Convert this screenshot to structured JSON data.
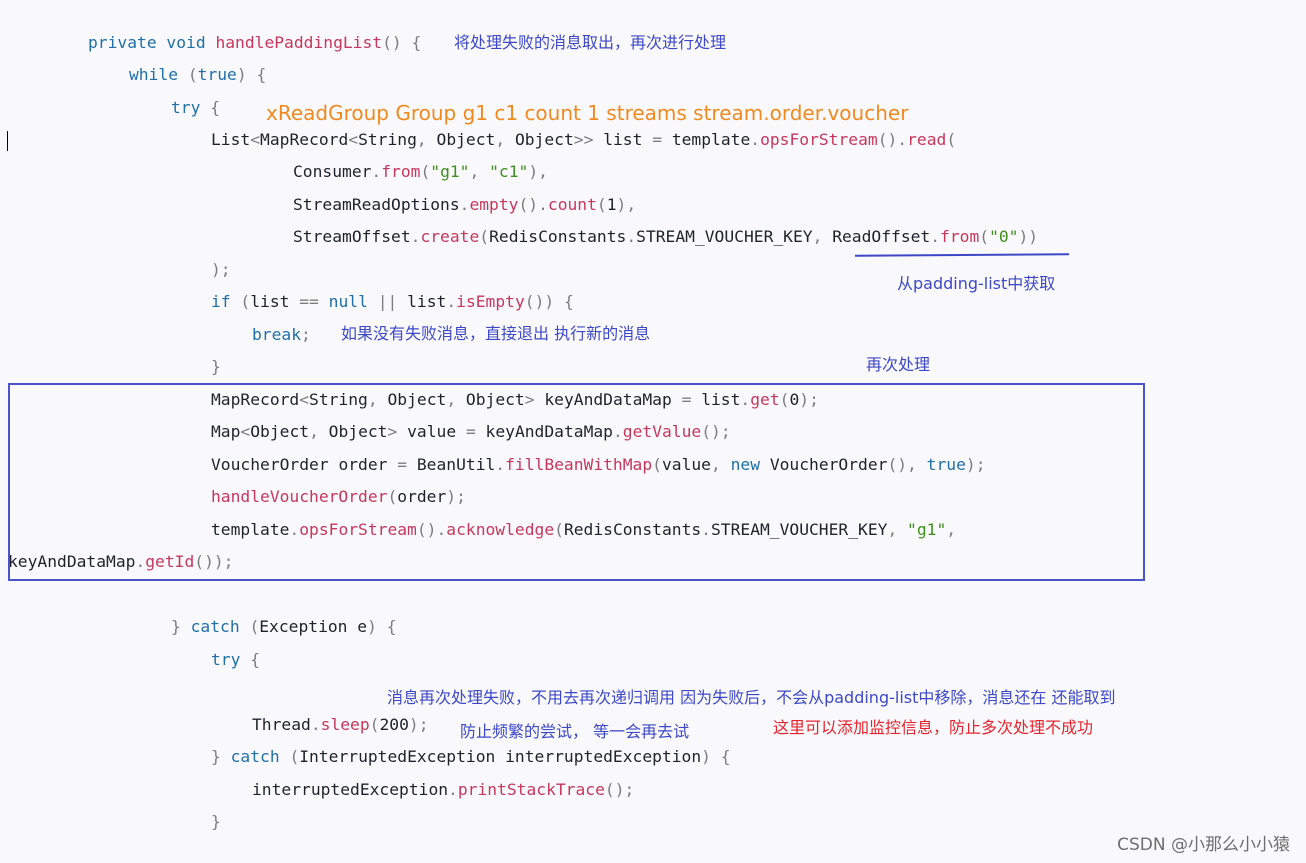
{
  "code_lines": [
    [
      [
        "kw",
        "private "
      ],
      [
        "kw",
        "void "
      ],
      [
        "fn",
        "handlePaddingList"
      ],
      [
        "op",
        "() { "
      ]
    ],
    [
      [
        "kw",
        "while "
      ],
      [
        "op",
        "("
      ],
      [
        "kw",
        "true"
      ],
      [
        "op",
        ") {"
      ]
    ],
    [
      [
        "kw",
        "try "
      ],
      [
        "op",
        "{"
      ]
    ],
    [
      [
        "pl",
        "List"
      ],
      [
        "op",
        "<"
      ],
      [
        "pl",
        "MapRecord"
      ],
      [
        "op",
        "<"
      ],
      [
        "pl",
        "String"
      ],
      [
        "op",
        ", "
      ],
      [
        "pl",
        "Object"
      ],
      [
        "op",
        ", "
      ],
      [
        "pl",
        "Object"
      ],
      [
        "op",
        ">> "
      ],
      [
        "pl",
        "list "
      ],
      [
        "op",
        "= "
      ],
      [
        "pl",
        "template"
      ],
      [
        "op",
        "."
      ],
      [
        "fn",
        "opsForStream"
      ],
      [
        "op",
        "()."
      ],
      [
        "fn",
        "read"
      ],
      [
        "op",
        "("
      ]
    ],
    [
      [
        "pl",
        "Consumer"
      ],
      [
        "op",
        "."
      ],
      [
        "fn",
        "from"
      ],
      [
        "op",
        "("
      ],
      [
        "str",
        "\"g1\""
      ],
      [
        "op",
        ", "
      ],
      [
        "str",
        "\"c1\""
      ],
      [
        "op",
        "),"
      ]
    ],
    [
      [
        "pl",
        "StreamReadOptions"
      ],
      [
        "op",
        "."
      ],
      [
        "fn",
        "empty"
      ],
      [
        "op",
        "()."
      ],
      [
        "fn",
        "count"
      ],
      [
        "op",
        "("
      ],
      [
        "num",
        "1"
      ],
      [
        "op",
        "),"
      ]
    ],
    [
      [
        "pl",
        "StreamOffset"
      ],
      [
        "op",
        "."
      ],
      [
        "fn",
        "create"
      ],
      [
        "op",
        "("
      ],
      [
        "pl",
        "RedisConstants"
      ],
      [
        "op",
        "."
      ],
      [
        "pl",
        "STREAM_VOUCHER_KEY"
      ],
      [
        "op",
        ", "
      ],
      [
        "pl",
        "ReadOffset"
      ],
      [
        "op",
        "."
      ],
      [
        "fn",
        "from"
      ],
      [
        "op",
        "("
      ],
      [
        "str",
        "\"0\""
      ],
      [
        "op",
        "))"
      ]
    ],
    [
      [
        "op",
        ");"
      ]
    ],
    [
      [
        "kw",
        "if "
      ],
      [
        "op",
        "("
      ],
      [
        "pl",
        "list "
      ],
      [
        "op",
        "== "
      ],
      [
        "kw",
        "null "
      ],
      [
        "op",
        "|| "
      ],
      [
        "pl",
        "list"
      ],
      [
        "op",
        "."
      ],
      [
        "fn",
        "isEmpty"
      ],
      [
        "op",
        "()) {"
      ]
    ],
    [
      [
        "kw",
        "break"
      ],
      [
        "op",
        ";"
      ]
    ],
    [
      [
        "op",
        "}"
      ]
    ],
    [
      [
        "pl",
        "MapRecord"
      ],
      [
        "op",
        "<"
      ],
      [
        "pl",
        "String"
      ],
      [
        "op",
        ", "
      ],
      [
        "pl",
        "Object"
      ],
      [
        "op",
        ", "
      ],
      [
        "pl",
        "Object"
      ],
      [
        "op",
        "> "
      ],
      [
        "pl",
        "keyAndDataMap "
      ],
      [
        "op",
        "= "
      ],
      [
        "pl",
        "list"
      ],
      [
        "op",
        "."
      ],
      [
        "fn",
        "get"
      ],
      [
        "op",
        "("
      ],
      [
        "num",
        "0"
      ],
      [
        "op",
        ");"
      ]
    ],
    [
      [
        "pl",
        "Map"
      ],
      [
        "op",
        "<"
      ],
      [
        "pl",
        "Object"
      ],
      [
        "op",
        ", "
      ],
      [
        "pl",
        "Object"
      ],
      [
        "op",
        "> "
      ],
      [
        "pl",
        "value "
      ],
      [
        "op",
        "= "
      ],
      [
        "pl",
        "keyAndDataMap"
      ],
      [
        "op",
        "."
      ],
      [
        "fn",
        "getValue"
      ],
      [
        "op",
        "();"
      ]
    ],
    [
      [
        "pl",
        "VoucherOrder "
      ],
      [
        "pl",
        "order "
      ],
      [
        "op",
        "= "
      ],
      [
        "pl",
        "BeanUtil"
      ],
      [
        "op",
        "."
      ],
      [
        "fn",
        "fillBeanWithMap"
      ],
      [
        "op",
        "("
      ],
      [
        "pl",
        "value"
      ],
      [
        "op",
        ", "
      ],
      [
        "kw",
        "new "
      ],
      [
        "pl",
        "VoucherOrder"
      ],
      [
        "op",
        "(), "
      ],
      [
        "kw",
        "true"
      ],
      [
        "op",
        ");"
      ]
    ],
    [
      [
        "fn",
        "handleVoucherOrder"
      ],
      [
        "op",
        "("
      ],
      [
        "pl",
        "order"
      ],
      [
        "op",
        ");"
      ]
    ],
    [
      [
        "pl",
        "template"
      ],
      [
        "op",
        "."
      ],
      [
        "fn",
        "opsForStream"
      ],
      [
        "op",
        "()."
      ],
      [
        "fn",
        "acknowledge"
      ],
      [
        "op",
        "("
      ],
      [
        "pl",
        "RedisConstants"
      ],
      [
        "op",
        "."
      ],
      [
        "pl",
        "STREAM_VOUCHER_KEY"
      ],
      [
        "op",
        ", "
      ],
      [
        "str",
        "\"g1\""
      ],
      [
        "op",
        ","
      ]
    ],
    [
      [
        "pl",
        "keyAndDataMap"
      ],
      [
        "op",
        "."
      ],
      [
        "fn",
        "getId"
      ],
      [
        "op",
        "());"
      ]
    ],
    [],
    [
      [
        "op",
        "} "
      ],
      [
        "kw",
        "catch "
      ],
      [
        "op",
        "("
      ],
      [
        "pl",
        "Exception "
      ],
      [
        "pl",
        "e"
      ],
      [
        "op",
        ") {"
      ]
    ],
    [
      [
        "kw",
        "try "
      ],
      [
        "op",
        "{"
      ]
    ],
    [],
    [
      [
        "pl",
        "Thread"
      ],
      [
        "op",
        "."
      ],
      [
        "fn",
        "sleep"
      ],
      [
        "op",
        "("
      ],
      [
        "num",
        "200"
      ],
      [
        "op",
        ");"
      ]
    ],
    [
      [
        "op",
        "} "
      ],
      [
        "kw",
        "catch "
      ],
      [
        "op",
        "("
      ],
      [
        "pl",
        "InterruptedException "
      ],
      [
        "pl",
        "interruptedException"
      ],
      [
        "op",
        ") {"
      ]
    ],
    [
      [
        "pl",
        "interruptedException"
      ],
      [
        "op",
        "."
      ],
      [
        "fn",
        "printStackTrace"
      ],
      [
        "op",
        "();"
      ]
    ],
    [
      [
        "op",
        "}"
      ]
    ]
  ],
  "annotations": {
    "method_note": "将处理失败的消息取出，再次进行处理",
    "xread_note": "xReadGroup Group g1 c1 count 1  streams stream.order.voucher",
    "padding_note": "从padding-list中获取",
    "break_note": "如果没有失败消息，直接退出 执行新的消息",
    "reprocess_note": "再次处理",
    "failure_note": "消息再次处理失败，不用去再次递归调用 因为失败后，不会从padding-list中移除，消息还在 还能取到",
    "sleep_note": "防止频繁的尝试， 等一会再去试",
    "monitor_note": "这里可以添加监控信息，防止多次处理不成功"
  },
  "watermark": "CSDN @小那么小小猿",
  "colors": {
    "keyword": "#1f6fa8",
    "method": "#c6375e",
    "string": "#3f8f1f",
    "annotation_blue": "#3d48c6",
    "annotation_red": "#e5232e",
    "annotation_orange": "#f08a1f",
    "highlight_box": "#4a54c8"
  }
}
